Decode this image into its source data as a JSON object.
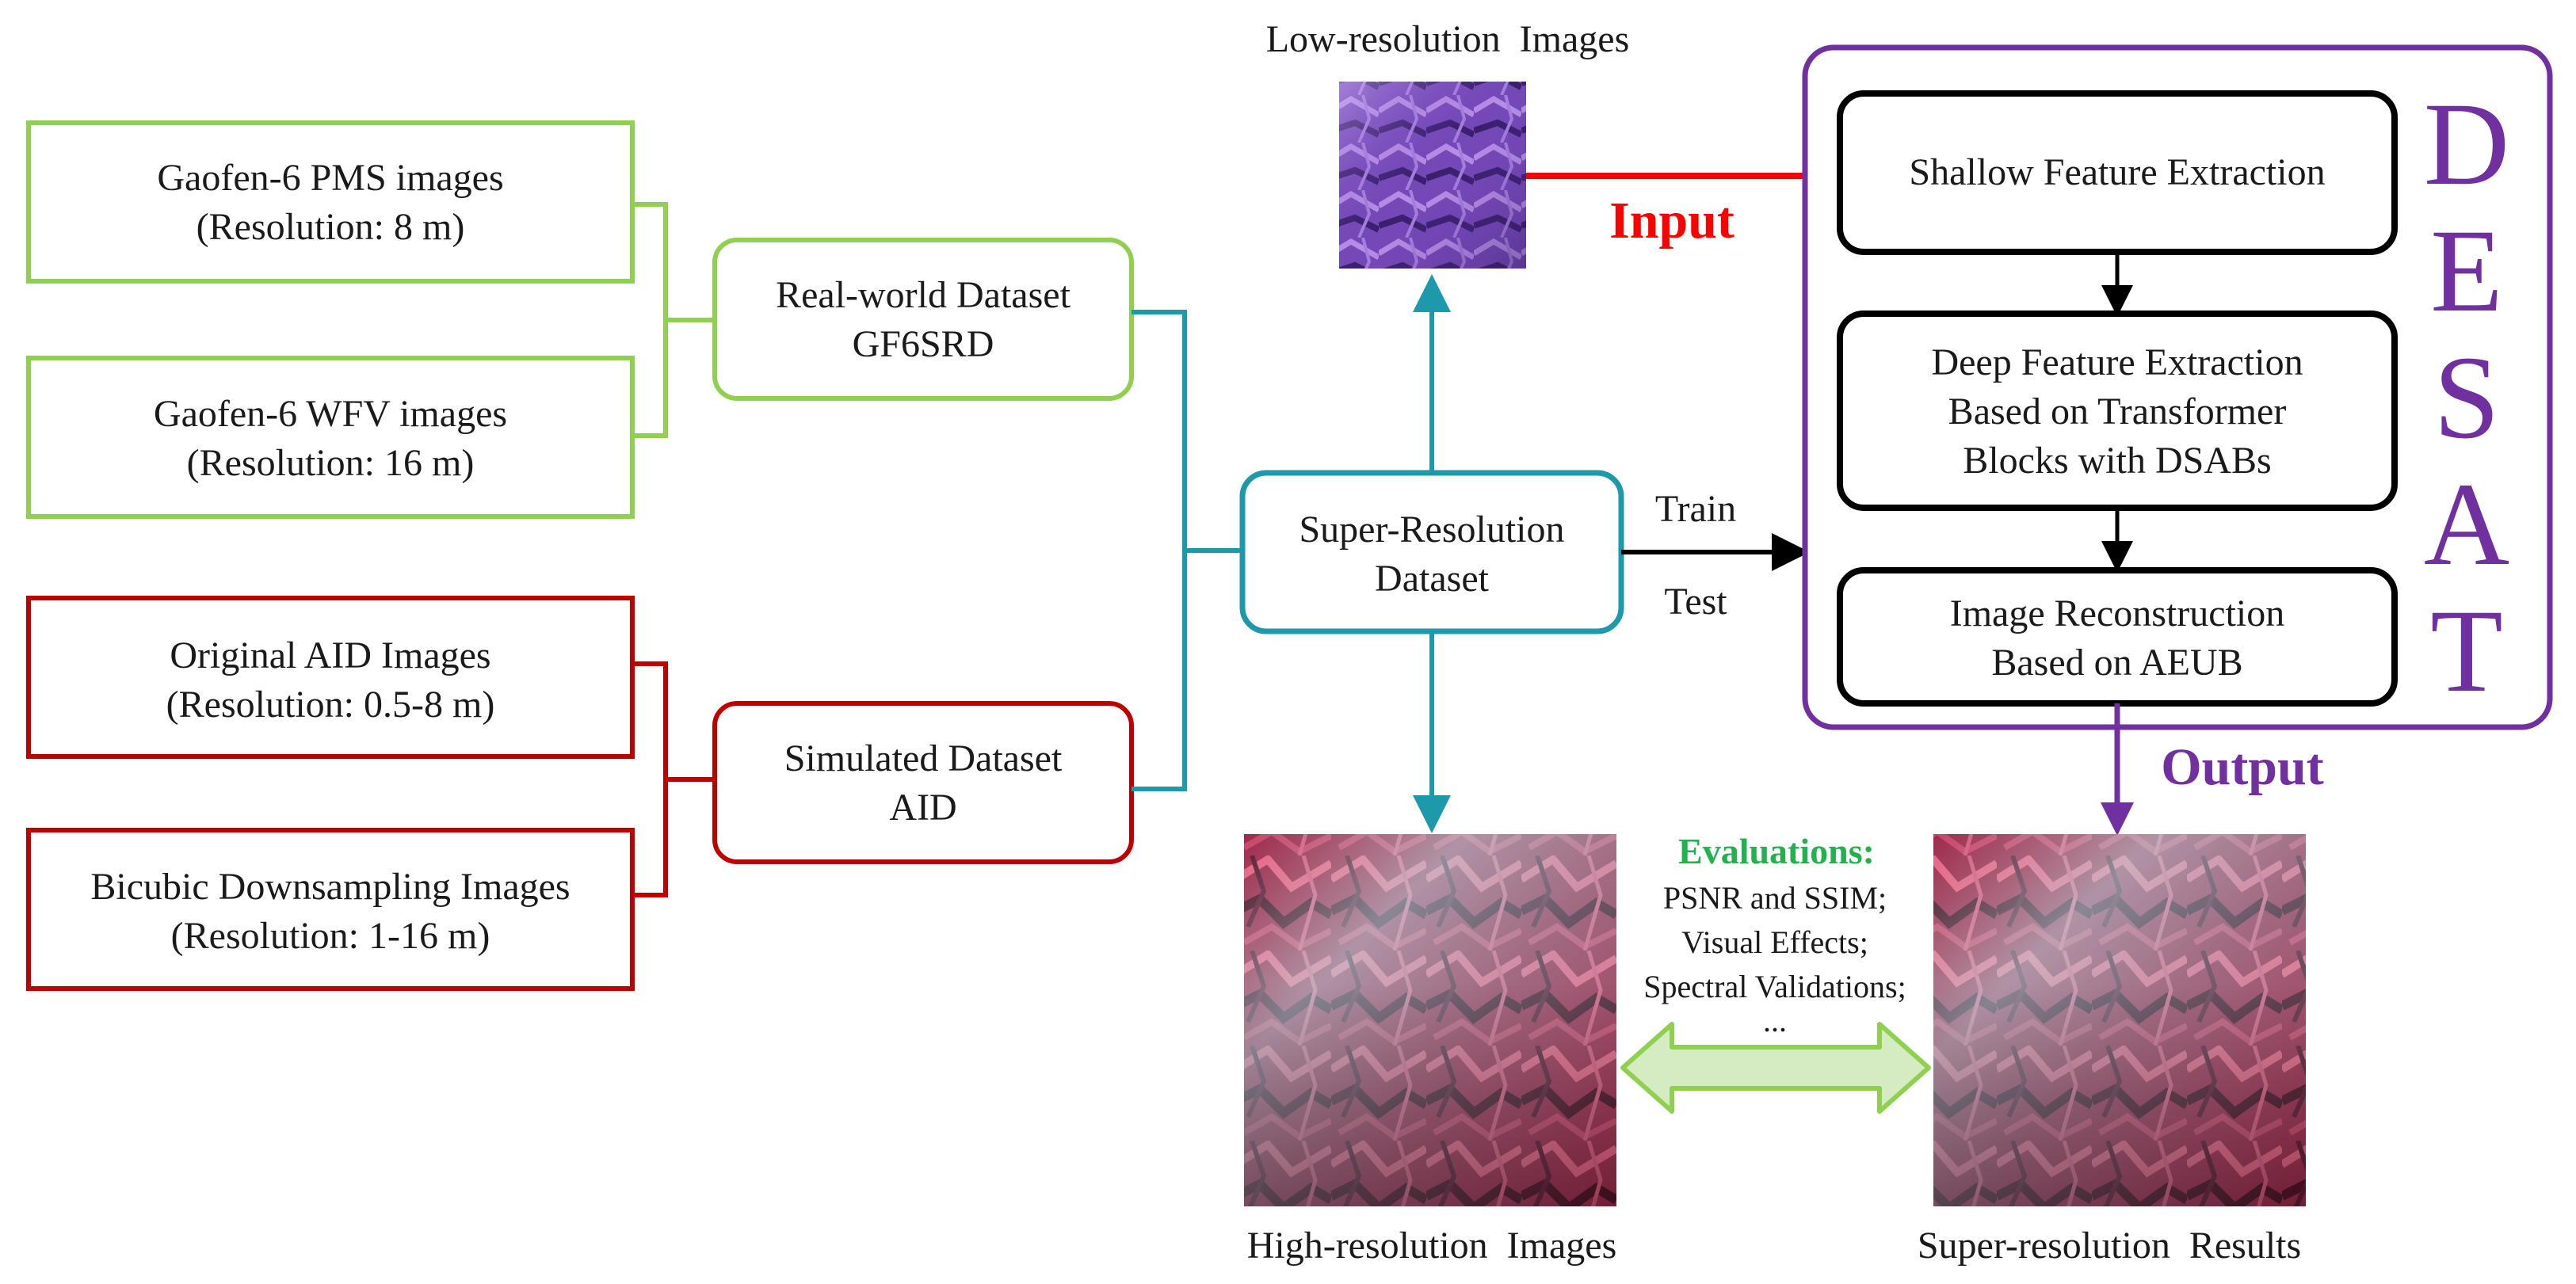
{
  "colors": {
    "green": "#8fd14f",
    "red": "#c00000",
    "teal": "#1c9aac",
    "purple": "#7030a0",
    "black": "#000000",
    "input_red": "#ff0000",
    "eval_green": "#22b14c",
    "double_arrow_fill": "#d5ecc2",
    "double_arrow_stroke": "#8fd14f"
  },
  "sources": {
    "gaofen_pms": {
      "line1": "Gaofen-6 PMS images",
      "line2": "(Resolution: 8 m)"
    },
    "gaofen_wfv": {
      "line1": "Gaofen-6 WFV images",
      "line2": "(Resolution: 16 m)"
    },
    "aid_original": {
      "line1": "Original AID Images",
      "line2": "(Resolution: 0.5-8 m)"
    },
    "bicubic": {
      "line1": "Bicubic Downsampling Images",
      "line2": "(Resolution: 1-16 m)"
    }
  },
  "datasets": {
    "real_world": {
      "line1": "Real-world Dataset",
      "line2": "GF6SRD"
    },
    "simulated": {
      "line1": "Simulated Dataset",
      "line2": "AID"
    },
    "super_resolution": {
      "line1": "Super-Resolution",
      "line2": "Dataset"
    }
  },
  "labels": {
    "train": "Train",
    "test": "Test",
    "input": "Input",
    "output": "Output",
    "low_res_caption": "Low-resolution  Images",
    "high_res_caption": "High-resolution  Images",
    "sr_results_caption": "Super-resolution  Results"
  },
  "desat": {
    "letters": [
      "D",
      "E",
      "S",
      "A",
      "T"
    ],
    "steps": {
      "shallow": {
        "line1": "Shallow Feature Extraction"
      },
      "deep": {
        "line1": "Deep Feature Extraction",
        "line2": "Based on Transformer",
        "line3": "Blocks with DSABs"
      },
      "reconstruction": {
        "line1": "Image Reconstruction",
        "line2": "Based on AEUB"
      }
    }
  },
  "evaluations": {
    "title": "Evaluations:",
    "items": [
      "PSNR and SSIM;",
      "Visual Effects;",
      "Spectral Validations;",
      "..."
    ]
  }
}
